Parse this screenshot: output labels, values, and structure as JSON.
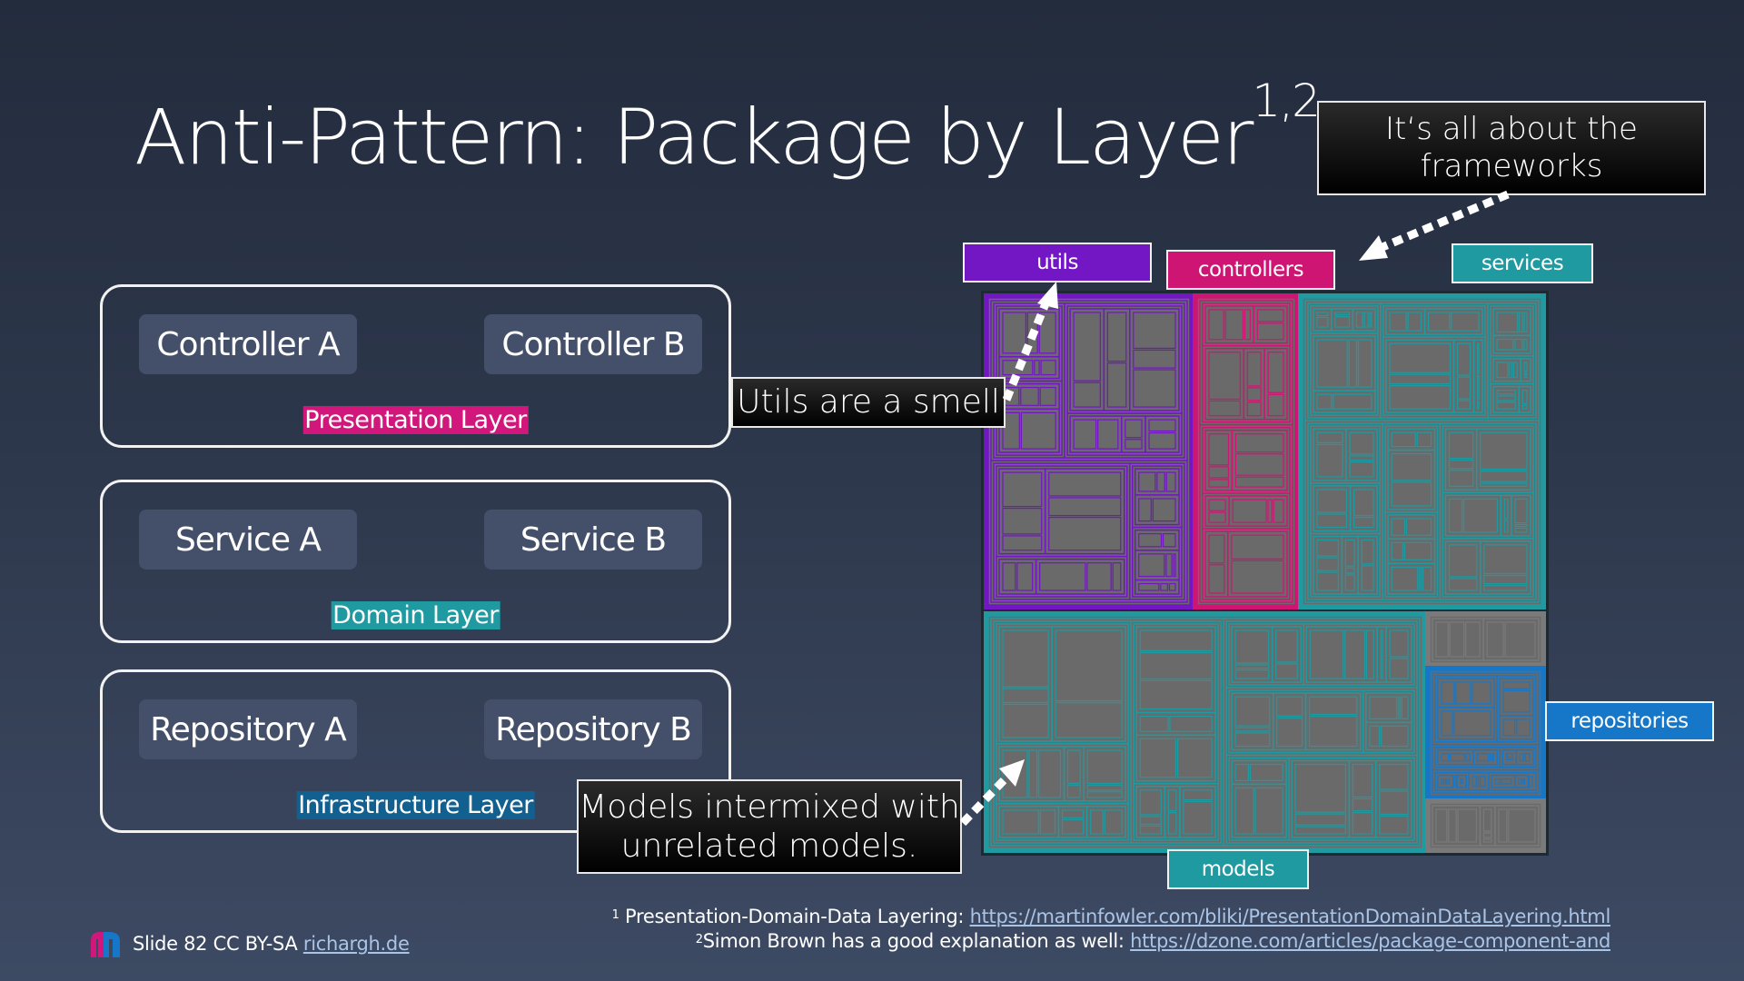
{
  "slide": {
    "title": "Anti-Pattern: Package by Layer",
    "title_sup": "1,2"
  },
  "callouts": {
    "frameworks": "It‘s all about the frameworks",
    "utils": "Utils are a smell",
    "models": "Models intermixed with unrelated models."
  },
  "layers": [
    {
      "component_a": "Controller A",
      "component_b": "Controller B",
      "label": "Presentation Layer",
      "color": "#d1177b"
    },
    {
      "component_a": "Service A",
      "component_b": "Service B",
      "label": "Domain Layer",
      "color": "#1f9aa0"
    },
    {
      "component_a": "Repository A",
      "component_b": "Repository B",
      "label": "Infrastructure Layer",
      "color": "#12608f"
    }
  ],
  "packages": {
    "utils": "utils",
    "controllers": "controllers",
    "services": "services",
    "repositories": "repositories",
    "models": "models"
  },
  "colors": {
    "utils": "#7316c4",
    "controllers": "#cf1574",
    "services": "#1f9aa0",
    "repositories": "#1677c9",
    "models": "#1f9aa0"
  },
  "footnotes": {
    "one_num": "1",
    "one_text": "Presentation-Domain-Data Layering: ",
    "one_link": "https://martinfowler.com/bliki/PresentationDomainDataLayering.html",
    "two_num": "2",
    "two_text": "Simon Brown has a good explanation as well: ",
    "two_link": "https://dzone.com/articles/package-component-and"
  },
  "footer": {
    "slide_text": "Slide 82 CC BY-SA ",
    "site_link": "richargh.de"
  }
}
